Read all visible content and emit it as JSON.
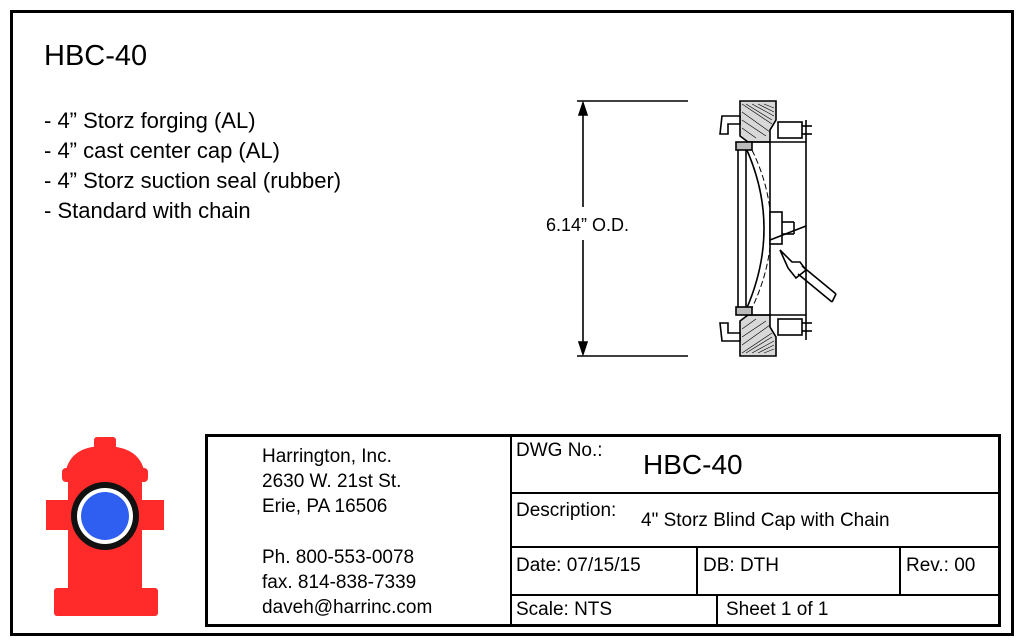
{
  "header": {
    "title": "HBC-40",
    "bullets": [
      "- 4” Storz forging (AL)",
      "- 4” cast center cap (AL)",
      "- 4” Storz suction seal (rubber)",
      "- Standard with chain"
    ]
  },
  "drawing": {
    "dimension_label": "6.14” O.D."
  },
  "company": {
    "name": "Harrington, Inc.",
    "street": "2630 W. 21st St.",
    "city": "Erie, PA 16506",
    "phone": "Ph. 800-553-0078",
    "fax": "fax. 814-838-7339",
    "email": "daveh@harrinc.com"
  },
  "titleblock": {
    "dwg_label": "DWG No.:",
    "dwg_value": "HBC-40",
    "desc_label": "Description:",
    "desc_value": "4\" Storz Blind Cap with Chain",
    "date": "Date: 07/15/15",
    "db": "DB: DTH",
    "rev": "Rev.: 00",
    "scale": "Scale: NTS",
    "sheet": "Sheet 1 of 1"
  },
  "colors": {
    "hydrant_red": "#ff2a2a",
    "hydrant_blue": "#2f5ff0"
  },
  "icons": {
    "logo": "fire-hydrant-icon"
  }
}
